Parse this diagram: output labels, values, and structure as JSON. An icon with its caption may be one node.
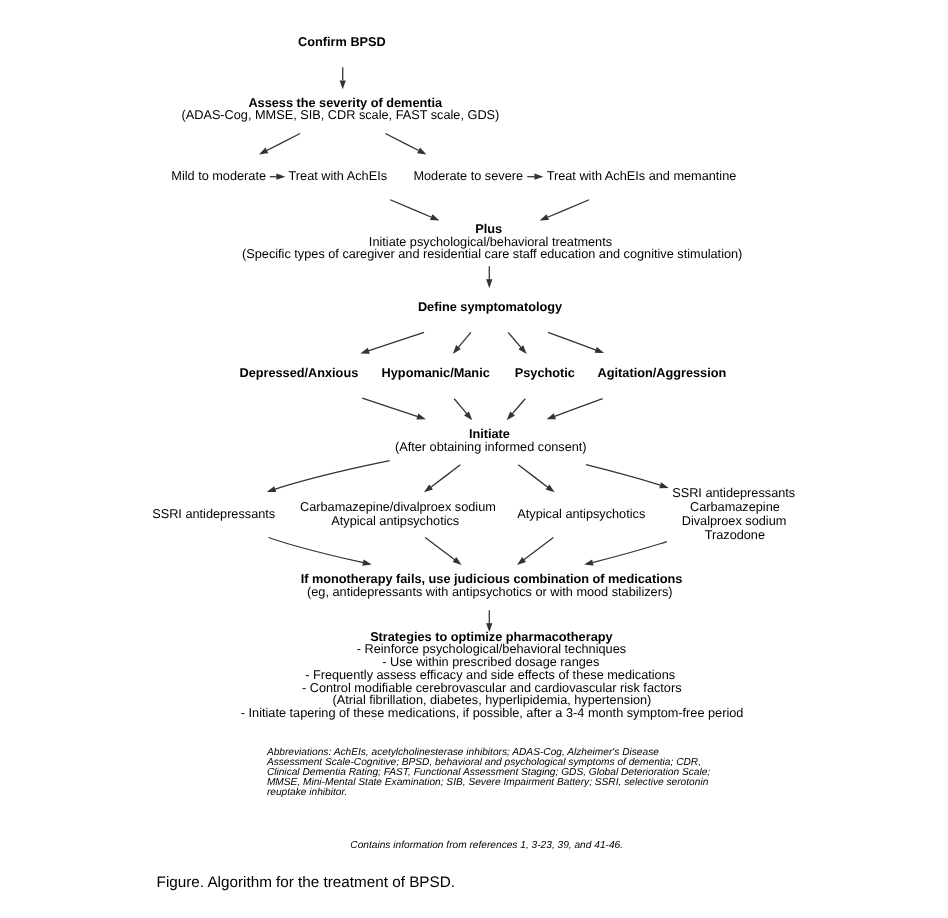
{
  "diagram": {
    "caption": "Figure. Algorithm for the treatment of BPSD.",
    "nodes": [
      {
        "text": [
          "Confirm BPSD"
        ]
      },
      {
        "text": [
          "Assess the severity of dementia",
          "(ADAS-Cog, MMSE, SIB, CDR scale, FAST scale, GDS)"
        ]
      },
      {
        "text": [
          "Mild to moderate"
        ]
      },
      {
        "text": [
          "Treat with AchEIs"
        ]
      },
      {
        "text": [
          "Moderate to severe"
        ]
      },
      {
        "text": [
          "Treat with AchEIs and memantine"
        ]
      },
      {
        "text": [
          "Plus",
          "Initiate psychological/behavioral treatments",
          "(Specific types of caregiver and residential care staff education and cognitive stimulation)"
        ]
      },
      {
        "text": [
          "Define symptomatology"
        ]
      },
      {
        "text": [
          "Depressed/Anxious"
        ]
      },
      {
        "text": [
          "Hypomanic/Manic"
        ]
      },
      {
        "text": [
          "Psychotic"
        ]
      },
      {
        "text": [
          "Agitation/Aggression"
        ]
      },
      {
        "text": [
          "Initiate",
          "(After obtaining informed consent)"
        ]
      },
      {
        "text": [
          "SSRI antidepressants"
        ]
      },
      {
        "text": [
          "Carbamazepine/divalproex sodium",
          "Atypical antipsychotics"
        ]
      },
      {
        "text": [
          "Atypical antipsychotics"
        ]
      },
      {
        "text": [
          "SSRI antidepressants",
          "Carbamazepine",
          "Divalproex sodium",
          "Trazodone"
        ]
      },
      {
        "text": [
          "If monotherapy fails, use judicious combination of medications",
          "(eg, antidepressants with antipsychotics or with mood stabilizers)"
        ]
      },
      {
        "text": [
          "Strategies to optimize pharmacotherapy",
          "- Reinforce psychological/behavioral techniques",
          "- Use within prescribed dosage ranges",
          "- Frequently assess efficacy and side effects of these medications",
          "- Control modifiable cerebrovascular and cardiovascular risk factors",
          "(Atrial fibrillation, diabetes, hyperlipidemia, hypertension)",
          "- Initiate tapering of these medications, if possible, after a 3-4 month symptom-free period"
        ]
      }
    ],
    "edges": [
      {
        "from": 0,
        "to": 1,
        "arrow": "to"
      },
      {
        "from": 1,
        "to": 2,
        "arrow": "to"
      },
      {
        "from": 1,
        "to": 4,
        "arrow": "to"
      },
      {
        "from": 2,
        "to": 3,
        "arrow": "to"
      },
      {
        "from": 4,
        "to": 5,
        "arrow": "to"
      },
      {
        "from": 3,
        "to": 6,
        "arrow": "to"
      },
      {
        "from": 5,
        "to": 6,
        "arrow": "to"
      },
      {
        "from": 6,
        "to": 7,
        "arrow": "to"
      },
      {
        "from": 7,
        "to": 8,
        "arrow": "to"
      },
      {
        "from": 7,
        "to": 9,
        "arrow": "to"
      },
      {
        "from": 7,
        "to": 10,
        "arrow": "to"
      },
      {
        "from": 7,
        "to": 11,
        "arrow": "to"
      },
      {
        "from": 8,
        "to": 12,
        "arrow": "to"
      },
      {
        "from": 9,
        "to": 12,
        "arrow": "to"
      },
      {
        "from": 10,
        "to": 12,
        "arrow": "to"
      },
      {
        "from": 11,
        "to": 12,
        "arrow": "to"
      },
      {
        "from": 12,
        "to": 13,
        "arrow": "to"
      },
      {
        "from": 12,
        "to": 14,
        "arrow": "to"
      },
      {
        "from": 12,
        "to": 15,
        "arrow": "to"
      },
      {
        "from": 12,
        "to": 16,
        "arrow": "to"
      },
      {
        "from": 13,
        "to": 17,
        "arrow": "to"
      },
      {
        "from": 14,
        "to": 17,
        "arrow": "to"
      },
      {
        "from": 15,
        "to": 17,
        "arrow": "to"
      },
      {
        "from": 16,
        "to": 17,
        "arrow": "to"
      },
      {
        "from": 17,
        "to": 18,
        "arrow": "to"
      }
    ],
    "labels": [
      "Abbreviations: AchEIs, acetylcholinesterase inhibitors; ADAS-Cog, Alzheimer's Disease Assessment Scale-Cognitive; BPSD, behavioral and psychological symptoms of dementia; CDR, Clinical Dementia Rating; FAST, Functional Assessment Staging; GDS, Global Deterioration Scale; MMSE, Mini-Mental State Examination; SIB, Severe Impairment Battery; SSRI, selective serotonin reuptake inhibitor.",
      "Contains information from references 1, 3-23, 39, and 41-46."
    ]
  }
}
